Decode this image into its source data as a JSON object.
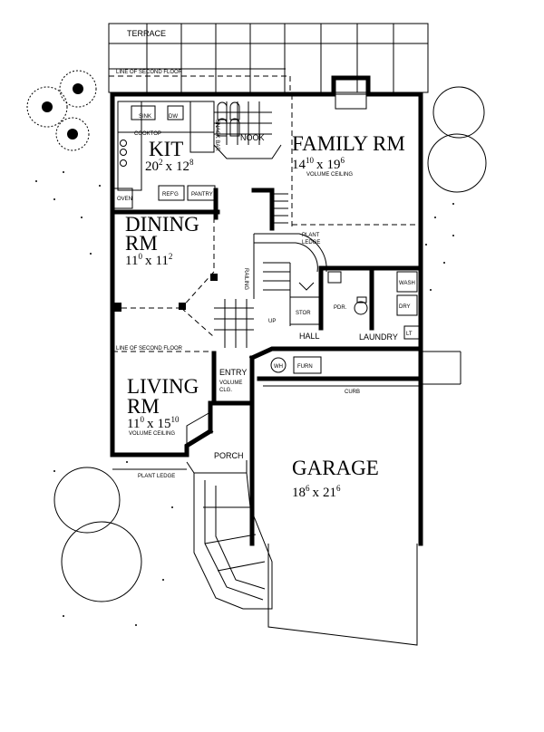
{
  "rooms": {
    "family": {
      "name": "FAMILY RM",
      "w": "14",
      "w_sup": "10",
      "sep": "x",
      "d": "19",
      "d_sup": "6",
      "note": "VOLUME CEILING"
    },
    "kit": {
      "name": "KIT",
      "w": "20",
      "w_sup": "2",
      "sep": "x",
      "d": "12",
      "d_sup": "8"
    },
    "dining": {
      "name1": "DINING",
      "name2": "RM",
      "w": "11",
      "w_sup": "0",
      "sep": "x",
      "d": "11",
      "d_sup": "2"
    },
    "living": {
      "name1": "LIVING",
      "name2": "RM",
      "w": "11",
      "w_sup": "0",
      "sep": "x",
      "d": "15",
      "d_sup": "10",
      "note": "VOLUME CEILING"
    },
    "garage": {
      "name": "GARAGE",
      "w": "18",
      "w_sup": "6",
      "sep": "x",
      "d": "21",
      "d_sup": "6"
    }
  },
  "labels": {
    "terrace": "TERRACE",
    "line_second_floor_top": "LINE OF SECOND FLOOR",
    "line_second_floor_bottom": "LINE OF SECOND FLOOR",
    "nook": "NOOK",
    "sink": "SINK",
    "dw": "DW",
    "cooktop": "COOKTOP",
    "snack_bar": "SNACK BAR",
    "oven": "OVEN",
    "refg": "REF'G",
    "pantry": "PANTRY",
    "plant_ledge_stair_1": "PLANT",
    "plant_ledge_stair_2": "LEDGE",
    "railing": "RAILING",
    "up": "UP",
    "stor": "STOR",
    "pdr": "PDR.",
    "wash": "WASH",
    "dry": "DRY",
    "lt": "LT",
    "hall": "HALL",
    "laundry": "LAUNDRY",
    "wh": "WH",
    "furn": "FURN",
    "curb": "CURB",
    "entry": "ENTRY",
    "entry_note_1": "VOLUME",
    "entry_note_2": "CLG.",
    "porch": "PORCH",
    "plant_ledge_front": "PLANT LEDGE"
  }
}
